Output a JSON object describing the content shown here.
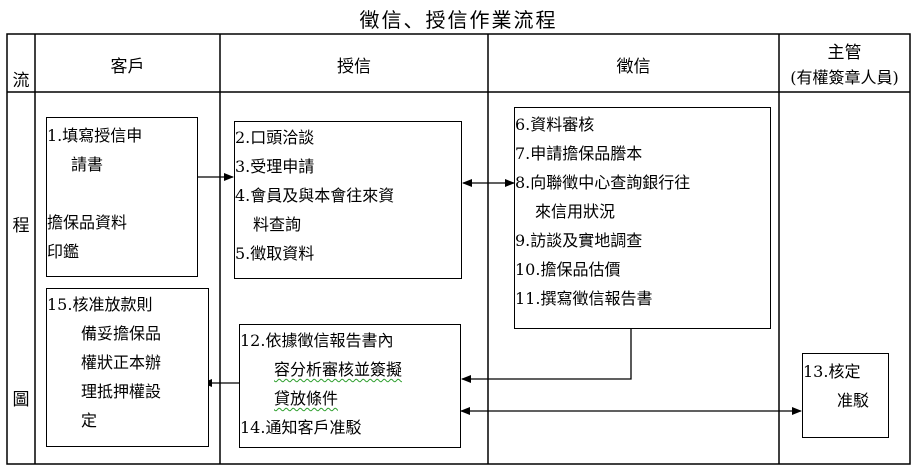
{
  "title": "徵信、授信作業流程",
  "row_label": [
    "流",
    "程",
    "圖"
  ],
  "columns": {
    "customer": "客戶",
    "credit": "授信",
    "investigation": "徵信",
    "supervisor": "主管",
    "supervisor_note": "(有權簽章人員)"
  },
  "boxes": {
    "apply": [
      "1.填寫授信申",
      "請書",
      "",
      "擔保品資料",
      "印鑑"
    ],
    "credit": [
      "2.口頭洽談",
      "3.受理申請",
      "4.會員及與本會往來資",
      "料查詢",
      "5.徵取資料"
    ],
    "investigate": [
      "6.資料審核",
      "7.申請擔保品謄本",
      "8.向聯徵中心查詢銀行往",
      "來信用狀況",
      "9.訪談及實地調查",
      "10.擔保品估價",
      "11.撰寫徵信報告書"
    ],
    "approve_loan": [
      "15.核准放款則",
      "備妥擔保品",
      "權狀正本辦",
      "理抵押權設",
      "定"
    ],
    "analyze": [
      "12.依據徵信報告書內",
      "容分析審核並簽擬",
      "貸放條件",
      "14.通知客戶准駁"
    ],
    "decide": [
      "13.核定",
      "准駁"
    ]
  }
}
